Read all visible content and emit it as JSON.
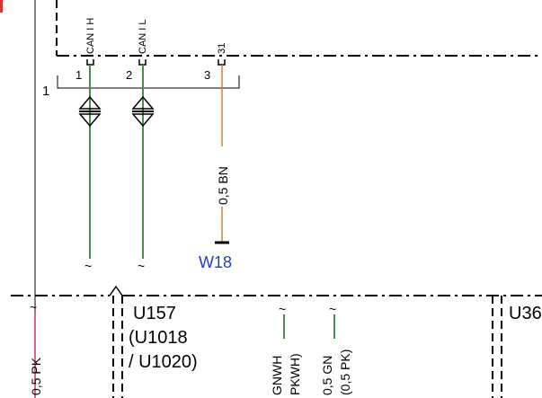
{
  "connector": {
    "number": "1",
    "pins": [
      {
        "number": "1",
        "signal": "CAN I H"
      },
      {
        "number": "2",
        "signal": "CAN I L"
      },
      {
        "number": "3",
        "signal": "31"
      }
    ]
  },
  "wires": {
    "ground_wire_label": "0,5 BN",
    "ground_point": "W18"
  },
  "modules": {
    "u157": {
      "line1": "U157",
      "line2": "(U1018",
      "line3": "/ U1020)"
    },
    "u36_partial": "U36"
  },
  "bottom_wires": {
    "pk": "0,5 PK",
    "gnwh_line1": "GNWH",
    "gnwh_line2": "PKWH)",
    "gn_line1": "0,5 GN",
    "gn_line2": "(0,5 PK)"
  },
  "colors": {
    "can_wire": "#4a8a4a",
    "ground_wire": "#c8823c",
    "pk_wire": "#c0396a",
    "accent_blue": "#1f3fbf",
    "line": "#000000",
    "red_mark": "#e0312a"
  }
}
